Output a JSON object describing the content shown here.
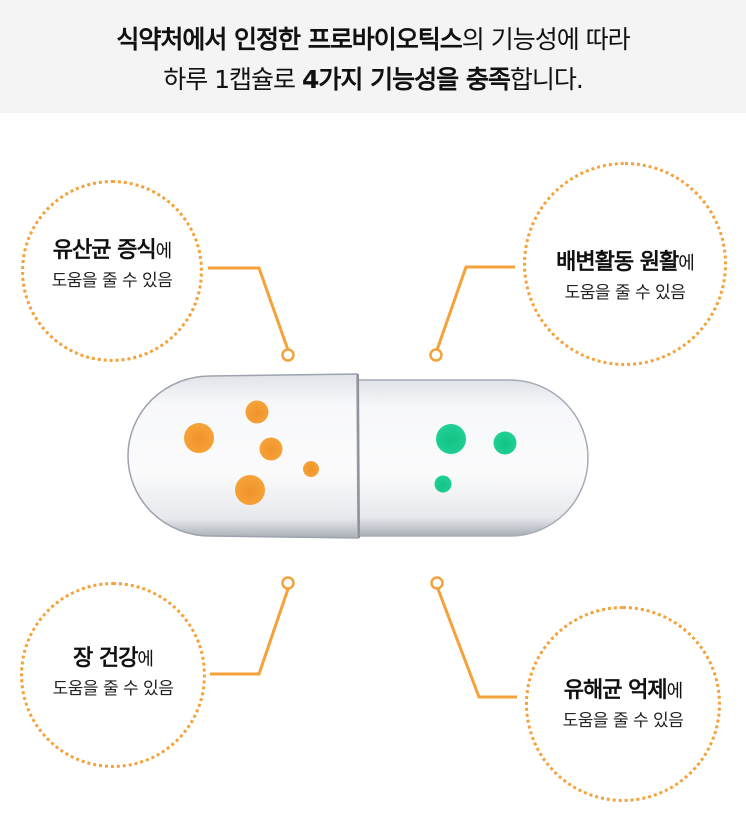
{
  "header": {
    "line1": {
      "bold": "식약처에서 인정한 프로바이오틱스",
      "normal": "의 기능성에 따라"
    },
    "line2": {
      "prefix": "하루 1캡슐로 ",
      "bold1": "4가지 기능성을 충족",
      "suffix": "합니다."
    }
  },
  "functions": [
    {
      "title": "유산균 증식",
      "suffix": "에",
      "subtitle": "도움을 줄 수 있음"
    },
    {
      "title": "배변활동 원활",
      "suffix": "에",
      "subtitle": "도움을 줄 수 있음"
    },
    {
      "title": "장 건강",
      "suffix": "에",
      "subtitle": "도움을 줄 수 있음"
    },
    {
      "title": "유해균 억제",
      "suffix": "에",
      "subtitle": "도움을 줄 수 있음"
    }
  ],
  "colors": {
    "accent_orange": "#f5a23a",
    "dot_orange": "#f39a25",
    "dot_green": "#1fcb8e",
    "header_bg": "#f4f4f4"
  },
  "capsule": {
    "left_dots": 5,
    "right_dots": 3
  }
}
